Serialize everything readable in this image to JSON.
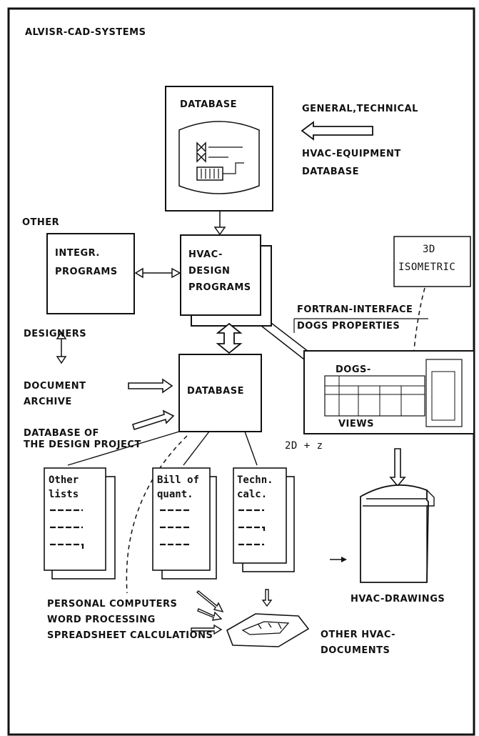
{
  "header": {
    "title": "ALVISR-CAD-SYSTEMS"
  },
  "database_top": {
    "title": "DATABASE"
  },
  "general_technical": {
    "line1": "GENERAL,TECHNICAL",
    "line2": "HVAC-EQUIPMENT",
    "line3": "DATABASE"
  },
  "other_programs": {
    "line1": "OTHER",
    "box_line1": "INTEGR.",
    "box_line2": "PROGRAMS"
  },
  "hvac_design": {
    "line1": "HVAC-",
    "line2": "DESIGN",
    "line3": "PROGRAMS"
  },
  "isometric": {
    "line1": "3D",
    "line2": "ISOMETRIC"
  },
  "interface": {
    "line1": "FORTRAN-INTERFACE",
    "line2": "DOGS PROPERTIES"
  },
  "designers": {
    "label": "DESIGNERS"
  },
  "document_archive": {
    "line1": "DOCUMENT",
    "line2": "ARCHIVE"
  },
  "database_mid": {
    "title": "DATABASE"
  },
  "dogs_views": {
    "line1": "DOGS-",
    "line2": "VIEWS"
  },
  "database_project": {
    "line1": "DATABASE OF",
    "line2": "THE DESIGN PROJECT"
  },
  "two_d_z": {
    "label": "2D + z"
  },
  "lists": {
    "other": {
      "line1": "Other",
      "line2": "lists"
    },
    "bill": {
      "line1": "Bill of",
      "line2": "quant."
    },
    "techno": {
      "line1": "Techn.",
      "line2": "calc."
    }
  },
  "pc": {
    "line1": "PERSONAL COMPUTERS",
    "line2": "WORD PROCESSING",
    "line3": "SPREADSHEET CALCULATIONS"
  },
  "hvac_drawings": {
    "label": "HVAC-DRAWINGS"
  },
  "other_hvac": {
    "line1": "OTHER HVAC-",
    "line2": "DOCUMENTS"
  }
}
